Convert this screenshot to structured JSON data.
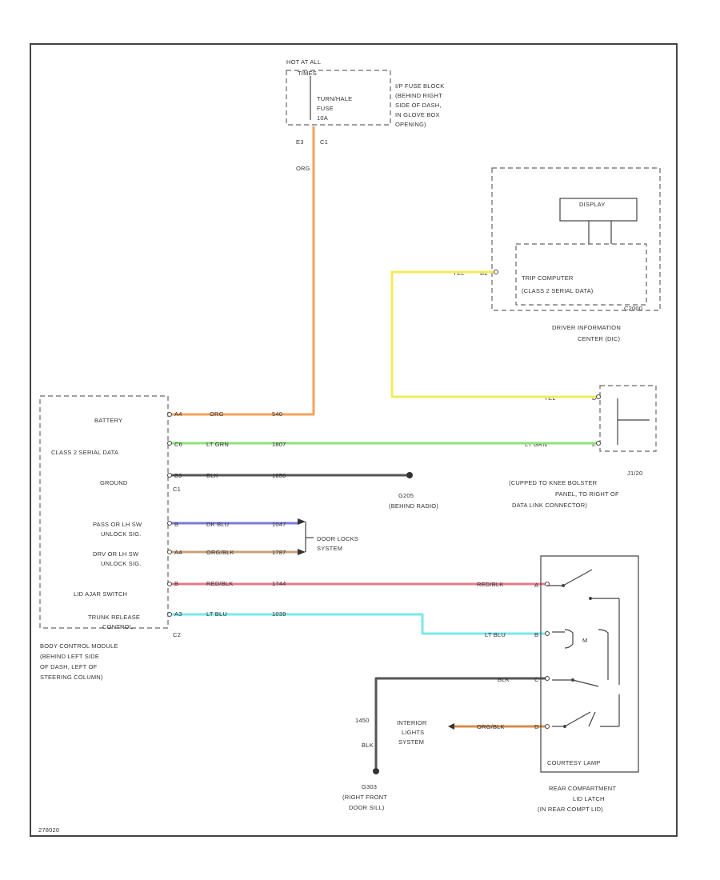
{
  "fuse_block": {
    "hot_label": "HOT AT ALL",
    "hot_label2": "TIMES",
    "fuse_name": "TURN/HALE",
    "fuse_name2": "FUSE",
    "fuse_rating": "10A",
    "location": [
      "I/P FUSE BLOCK",
      "(BEHIND RIGHT",
      "SIDE OF DASH,",
      "IN GLOVE BOX",
      "OPENING)"
    ],
    "pin_connector": "E3",
    "pin_number": "C1",
    "wire_color": "ORG"
  },
  "dic": {
    "display_label": "DISPLAY",
    "trip_computer": "TRIP COMPUTER",
    "trip_computer2": "(CLASS 2 SERIAL DATA)",
    "connector": "C2000",
    "pin": "B2",
    "wire_color": "YEL",
    "caption": [
      "DRIVER INFORMATION",
      "CENTER (DIC)"
    ]
  },
  "dlc": {
    "yel_wire": "YEL",
    "ltgrn_wire": "LT GRN",
    "pins": [
      "D",
      "E"
    ],
    "caption": [
      "J1/20",
      "(CUPPED TO KNEE BOLSTER",
      "PANEL, TO RIGHT OF",
      "DATA LINK CONNECTOR)"
    ]
  },
  "bcm": {
    "pins": [
      {
        "label": "BATTERY",
        "pin": "A4",
        "wire": "ORG",
        "circuit": "540"
      },
      {
        "label": "CLASS 2 SERIAL DATA",
        "pin": "C6",
        "wire": "LT GRN",
        "circuit": "1807"
      },
      {
        "label": "GROUND",
        "pin": "B9",
        "wire": "BLK",
        "circuit": "1650"
      },
      {
        "label": "PASS OR LH SW",
        "label2": "UNLOCK SIG.",
        "pin": "B",
        "wire": "DK BLU",
        "circuit": "1047"
      },
      {
        "label": "DRV OR LH SW",
        "label2": "UNLOCK SIG.",
        "pin": "A4",
        "wire": "ORG/BLK",
        "circuit": "1787"
      },
      {
        "label": "LID AJAR SWITCH",
        "pin": "B",
        "wire": "RED/BLK",
        "circuit": "1744"
      },
      {
        "label": "TRUNK RELEASE",
        "label2": "CONTROL",
        "pin": "A3",
        "wire": "LT BLU",
        "circuit": "1039"
      }
    ],
    "connector_c1": "C1",
    "connector_c2": "C2",
    "caption": [
      "BODY CONTROL MODULE",
      "(BEHIND LEFT SIDE",
      "OF DASH, LEFT OF",
      "STEERING COLUMN)"
    ]
  },
  "ground_g205": [
    "G205",
    "(BEHIND RADIO)"
  ],
  "door_locks": [
    "DOOR LOCKS",
    "SYSTEM"
  ],
  "courtesy_lamp": {
    "label": "COURTESY LAMP",
    "motor": "M",
    "wires": {
      "red_blk": "RED/BLK",
      "lt_blu": "LT BLU",
      "blk": "BLK",
      "org_blk": "ORG/BLK"
    },
    "pins": [
      "A",
      "B",
      "C",
      "D"
    ],
    "caption": [
      "REAR COMPARTMENT",
      "LID LATCH",
      "(IN REAR COMPT LID)"
    ]
  },
  "interior_lights": [
    "INTERIOR",
    "LIGHTS",
    "SYSTEM"
  ],
  "ground_g303": {
    "wire_size": "1450",
    "wire": "BLK",
    "caption": [
      "G303",
      "(RIGHT FRONT",
      "DOOR SILL)"
    ]
  },
  "figure_id": "278020",
  "colors": {
    "orange": "#f5a25a",
    "yellow": "#f0ec5a",
    "green": "#8ee27a",
    "blue": "#7a7adc",
    "brown": "#c8a07a",
    "red": "#e6788a",
    "cyan": "#7ae8ec",
    "black": "#555555",
    "org_blk": "#d98c4c"
  }
}
